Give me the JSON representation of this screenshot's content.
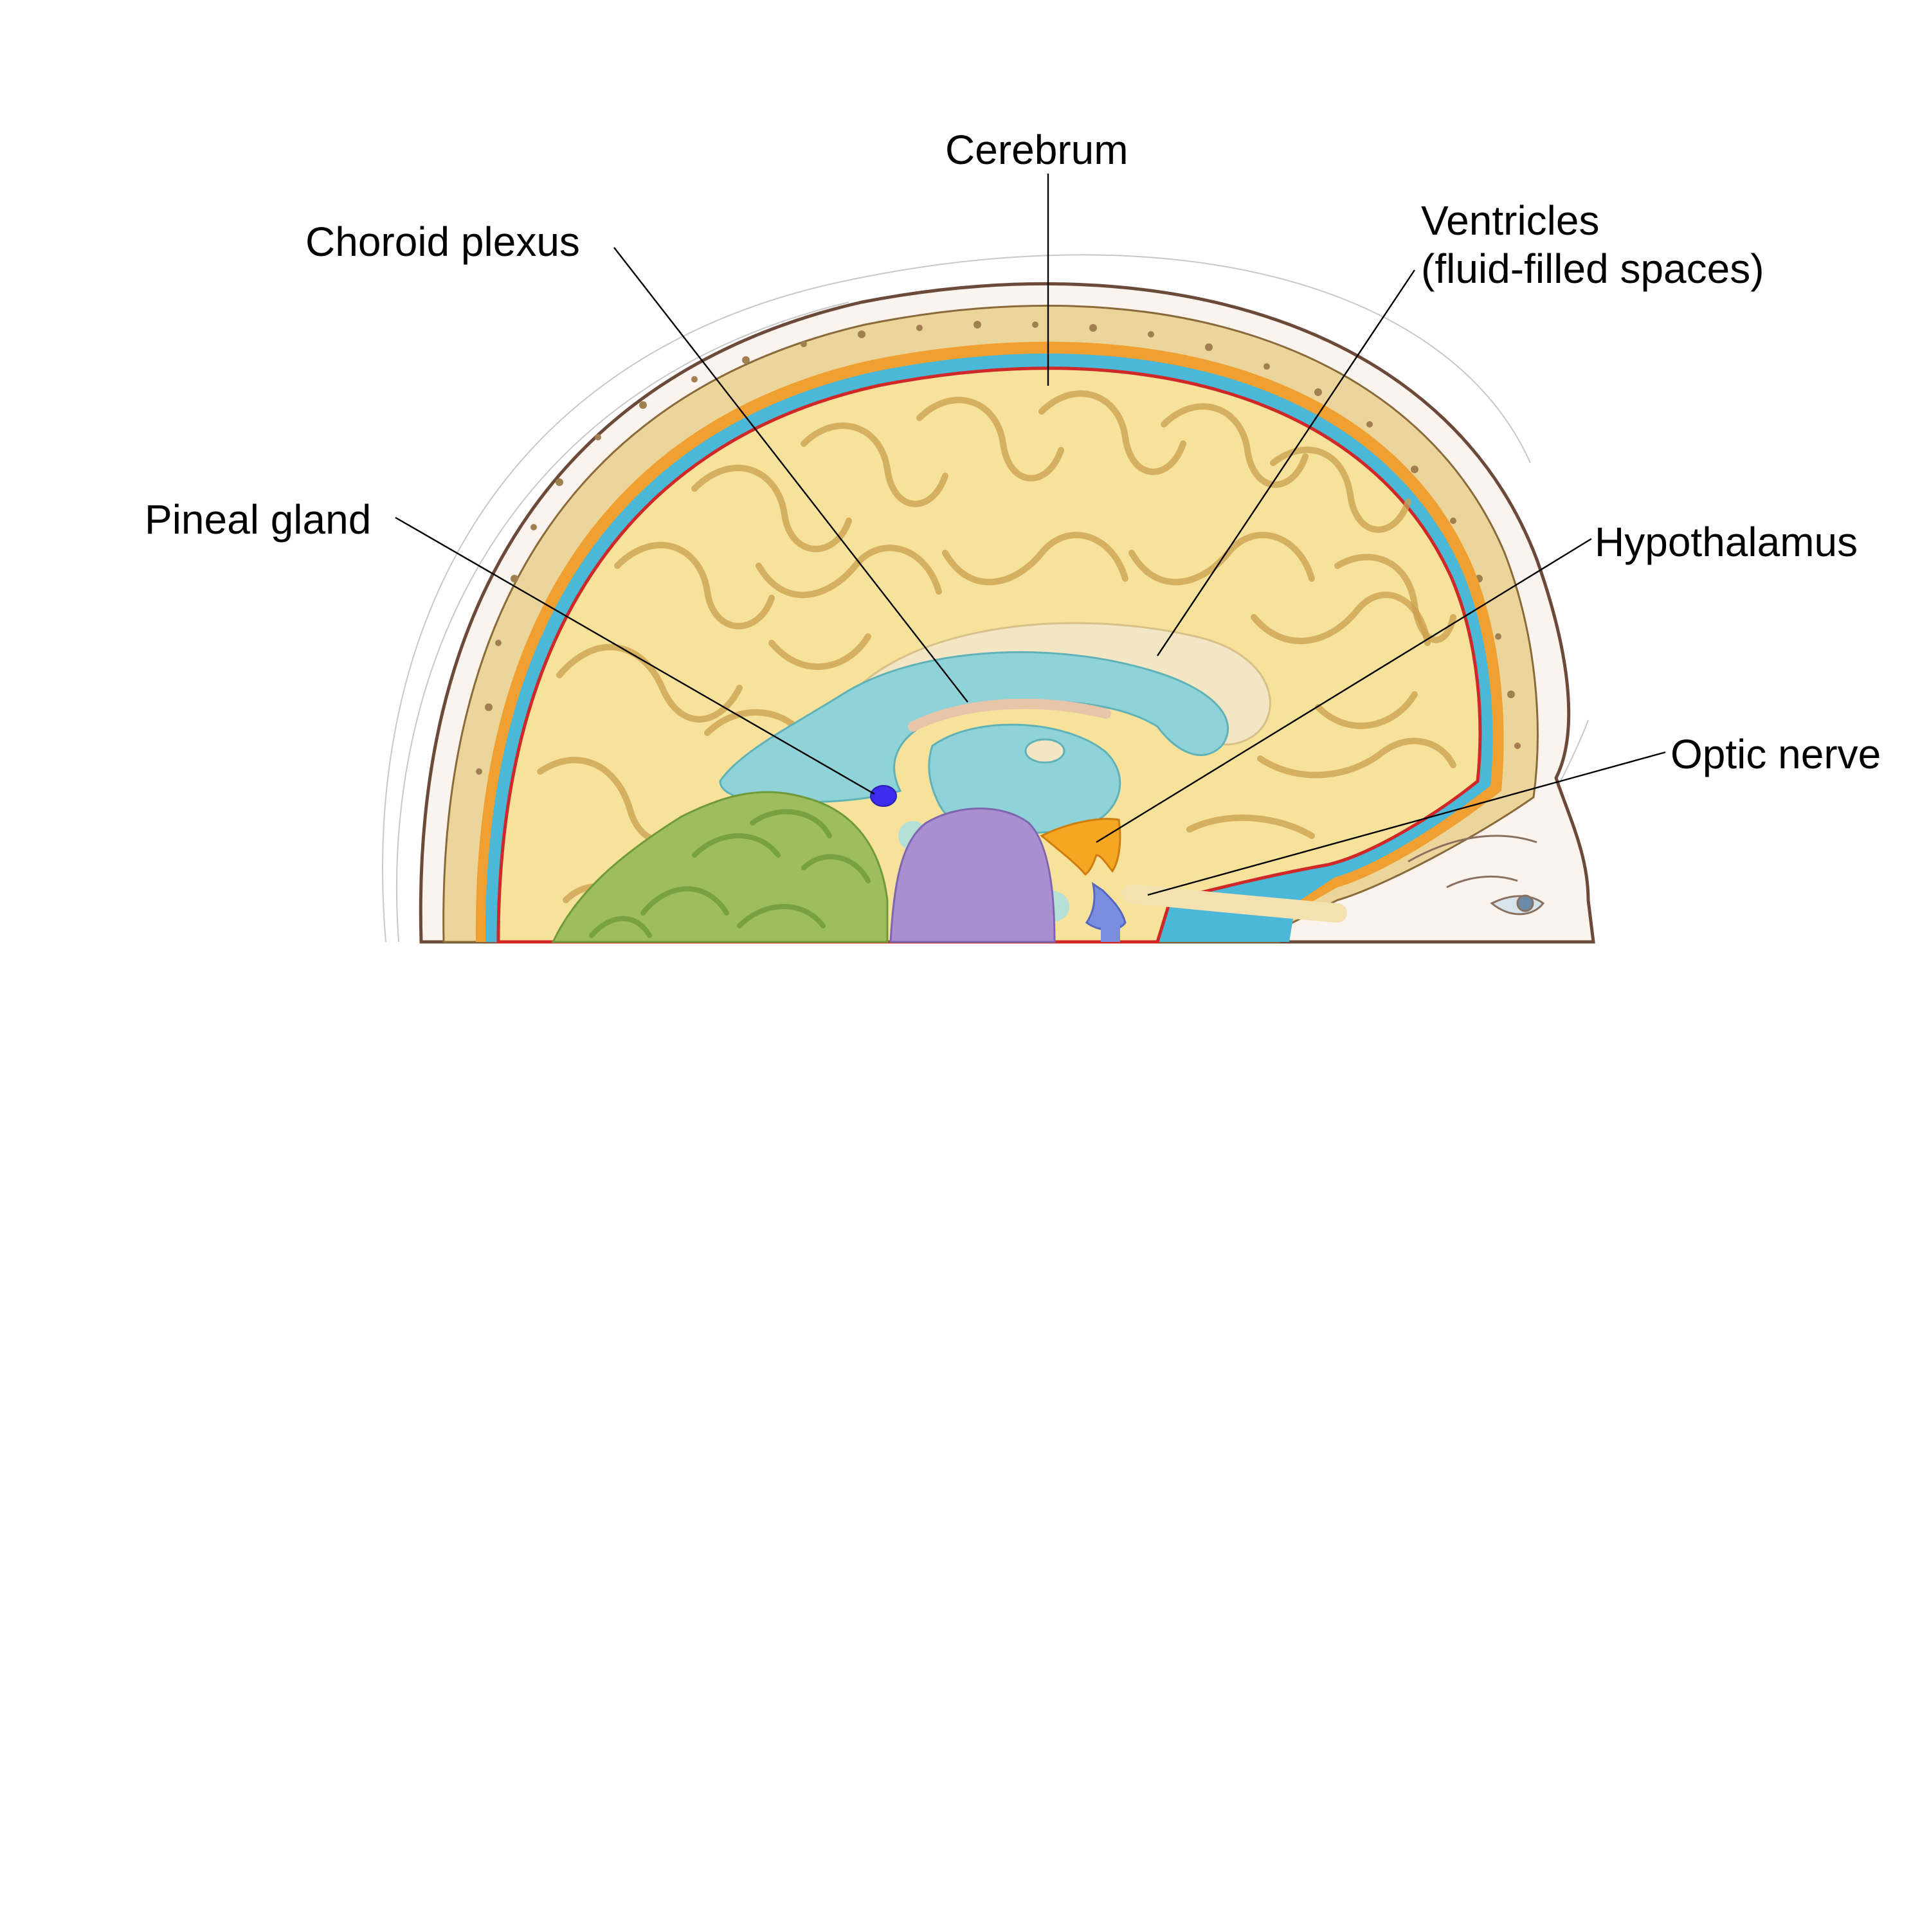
{
  "labels": {
    "cerebrum": "Cerebrum",
    "choroid_plexus": "Choroid plexus",
    "ventricles_line1": "Ventricles",
    "ventricles_line2": "(fluid-filled spaces)",
    "pineal_gland": "Pineal gland",
    "hypothalamus": "Hypothalamus",
    "optic_nerve": "Optic nerve"
  },
  "colors": {
    "cerebrum": "#f6e29a",
    "gyri": "#c99f4e",
    "ventricles": "#8fd3d8",
    "cerebellum": "#9dbd5e",
    "brainstem": "#a98fd0",
    "pineal_gland": "#3b2cf0",
    "hypothalamus": "#f5a623",
    "pituitary": "#7a8ee0",
    "skull": "#ecd59a",
    "dura": "#f0a030",
    "csf_space": "#4ab8d6",
    "pia": "#d02828",
    "skin_outline": "#6b4a3a"
  }
}
